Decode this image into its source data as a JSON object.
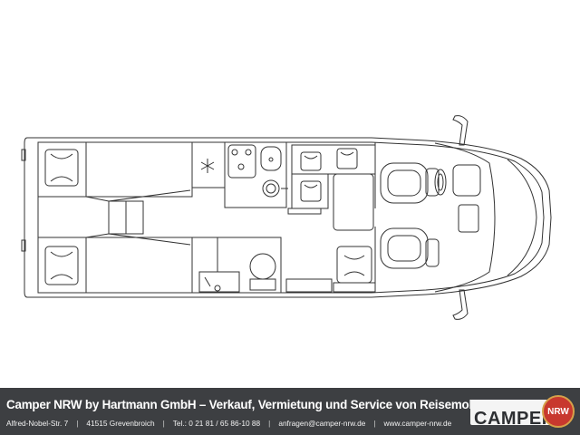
{
  "footer": {
    "title": "Camper NRW by Hartmann GmbH – Verkauf, Vermietung und Service von Reisemobilen",
    "street": "Alfred-Nobel-Str. 7",
    "city": "41515 Grevenbroich",
    "phone": "Tel.: 0 21 81 / 65 86-10 88",
    "email": "anfragen@camper-nrw.de",
    "web": "www.camper-nrw.de",
    "separator": "|"
  },
  "logo": {
    "wordmark": "CAMPER",
    "badge": "NRW",
    "colors": {
      "badge": "#c8382e",
      "ring": "#d6a14a",
      "box": "#f4f4f4"
    }
  },
  "colors": {
    "footer_bg": "#3d3f42",
    "line": "#333333"
  },
  "icons": [
    "snowflake-icon",
    "stove-icon",
    "sink-icon",
    "toilet-icon",
    "shower-icon",
    "steering-wheel-icon"
  ]
}
